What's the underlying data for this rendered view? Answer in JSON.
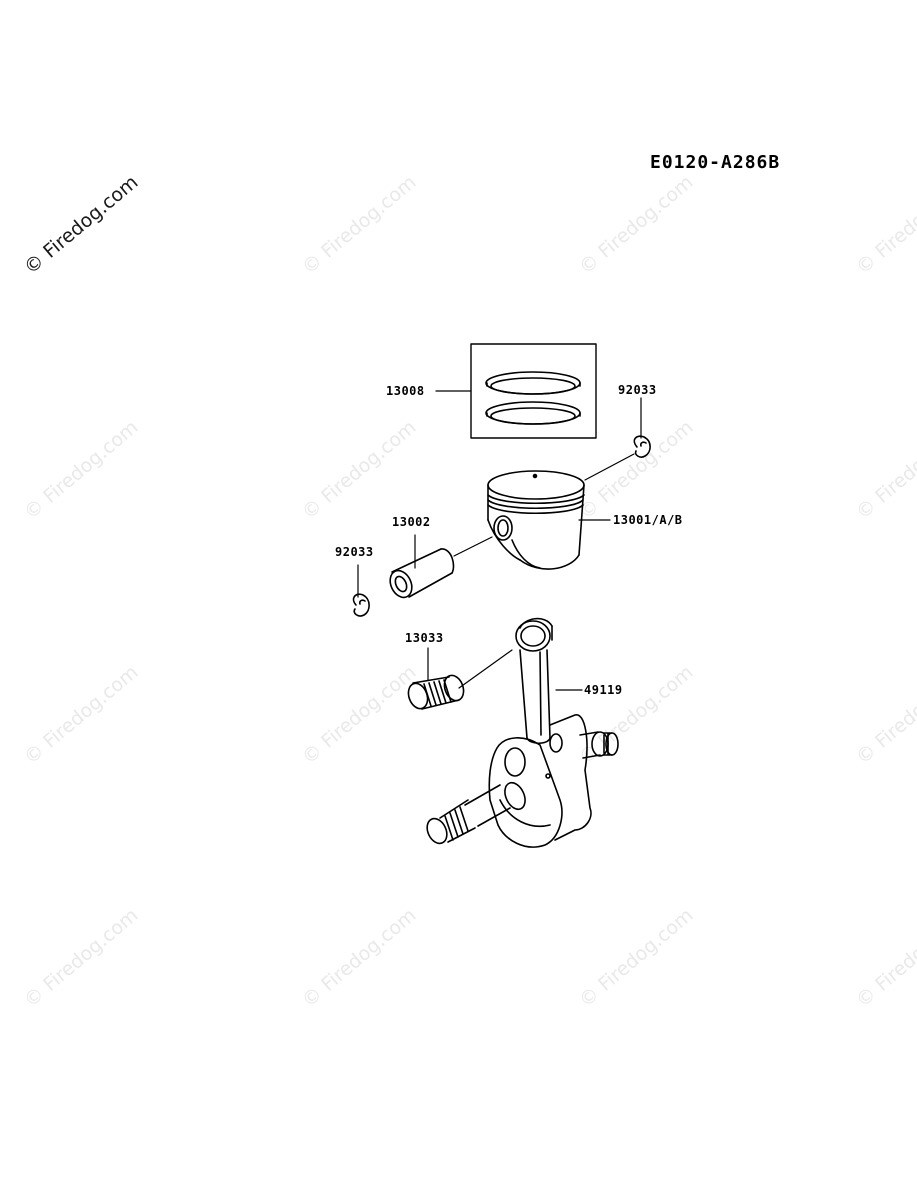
{
  "diagram_code": "E0120-A286B",
  "watermark_text": "© Firedog.com",
  "parts": {
    "piston_rings": "13008",
    "circlip_right": "92033",
    "piston": "13001/A/B",
    "piston_pin": "13002",
    "circlip_left": "92033",
    "needle_bearing": "13033",
    "crankshaft_assembly": "49119"
  }
}
